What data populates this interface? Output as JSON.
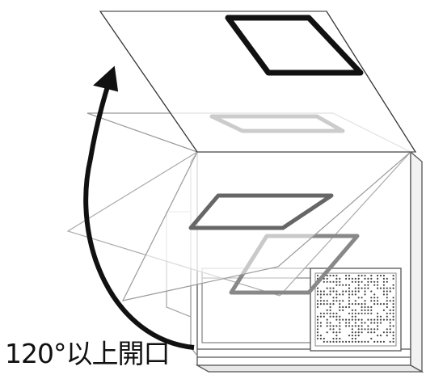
{
  "caption": "120°以上開口",
  "colors": {
    "arrow": "#111111",
    "body_outline": "#555555",
    "lid_closed": "#777777",
    "lid_mid": "#9a9a9a",
    "lid_open_frame": "#111111"
  },
  "lid_states": [
    "closed",
    "partially-open",
    "open-120-degrees"
  ],
  "icons": [
    "curved-arrow-icon"
  ]
}
